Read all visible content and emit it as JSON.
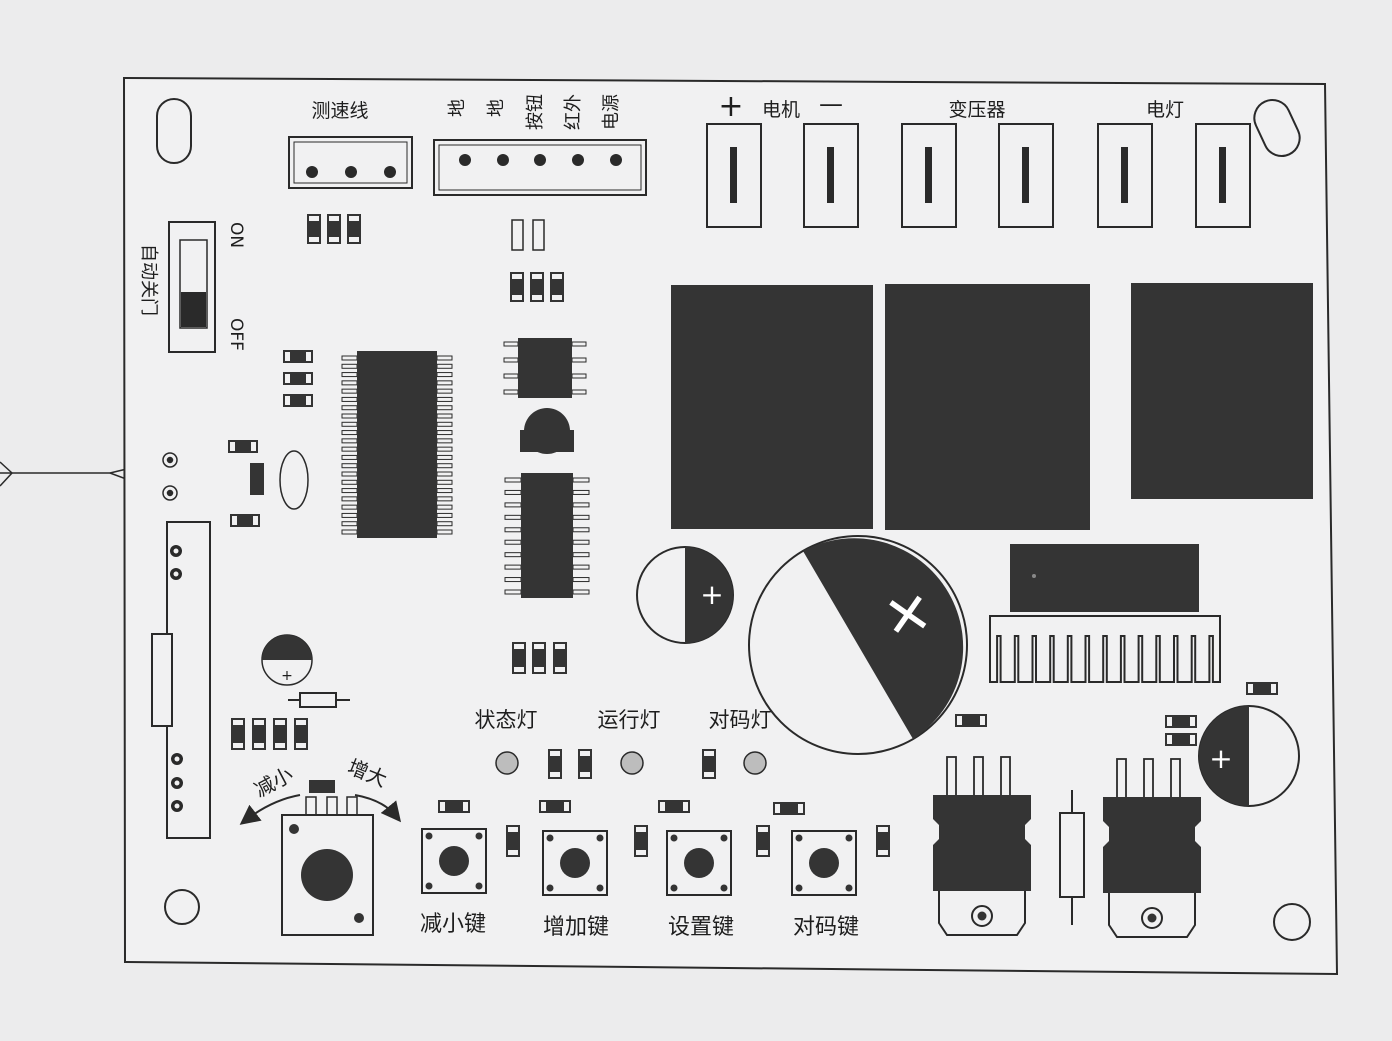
{
  "connectors": {
    "speed_wire": "测速线",
    "io_pins": [
      "地",
      "地",
      "按钮",
      "红外",
      "电源"
    ]
  },
  "terminals": {
    "motor_plus": "+",
    "motor": "电机",
    "motor_minus": "—",
    "transformer": "变压器",
    "lamp": "电灯"
  },
  "auto_close": {
    "label": "自动关门",
    "on": "ON",
    "off": "OFF"
  },
  "potentiometer": {
    "decrease": "减小",
    "increase": "增大"
  },
  "indicators": [
    "状态灯",
    "运行灯",
    "对码灯"
  ],
  "keys": [
    "减小键",
    "增加键",
    "设置键",
    "对码键"
  ],
  "symbols": {
    "cap_plus": "+",
    "big_cap_plus": "+"
  },
  "colors": {
    "background": "#ececed",
    "line": "#2a2a2a",
    "fill": "#343434"
  }
}
